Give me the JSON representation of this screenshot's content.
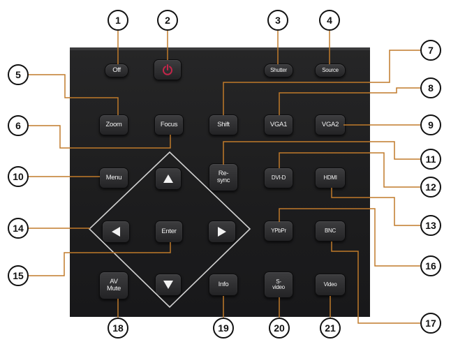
{
  "colors": {
    "remote_body": "#1d1d1e",
    "button_face": "#2f2f31",
    "button_text": "#f2f2f2",
    "power_icon": "#c3264a",
    "leader_line": "#c07a2a",
    "callout_border": "#111111"
  },
  "buttons": {
    "off": "Off",
    "power_icon": "power-icon",
    "shutter": "Shutter",
    "source": "Source",
    "zoom": "Zoom",
    "focus": "Focus",
    "shift": "Shift",
    "vga1": "VGA1",
    "vga2": "VGA2",
    "menu": "Menu",
    "resync": "Re-\nsync",
    "dvid": "DVI-D",
    "hdmi": "HDMI",
    "enter": "Enter",
    "ypbpr": "YPbPr",
    "bnc": "BNC",
    "av_mute": "AV\nMute",
    "info": "Info",
    "svideo": "S-\nvideo",
    "video": "Video"
  },
  "callouts": {
    "c1": "1",
    "c2": "2",
    "c3": "3",
    "c4": "4",
    "c5": "5",
    "c6": "6",
    "c7": "7",
    "c8": "8",
    "c9": "9",
    "c10": "10",
    "c11": "11",
    "c12": "12",
    "c13": "13",
    "c14": "14",
    "c15": "15",
    "c16": "16",
    "c17": "17",
    "c18": "18",
    "c19": "19",
    "c20": "20",
    "c21": "21"
  }
}
